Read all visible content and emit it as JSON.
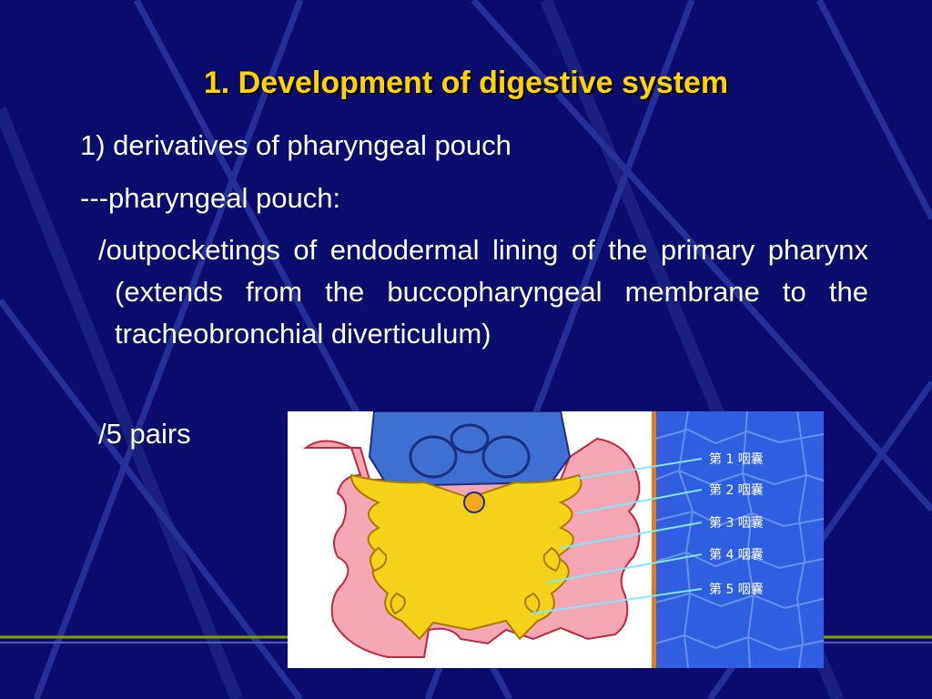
{
  "slide": {
    "title": "1. Development of digestive system",
    "line1": "1) derivatives of pharyngeal pouch",
    "line2": "---pharyngeal pouch:",
    "paragraph": "/outpocketings of endodermal lining of the primary pharynx (extends from the buccopharyngeal membrane to the tracheobronchial diverticulum)",
    "line3": "/5 pairs"
  },
  "figure": {
    "labels": [
      "第 1 咽囊",
      "第 2 咽囊",
      "第 3 咽囊",
      "第 4 咽囊",
      "第 5 咽囊"
    ]
  },
  "colors": {
    "background": "#0c0c6e",
    "title": "#ffd400",
    "text": "#ffffff",
    "endoderm_yellow": "#f5d21a",
    "mesenchyme_pink": "#f4a6b4",
    "ectoderm_blue": "#3f6fd0",
    "pointer_cyan": "#7fe8ff"
  }
}
